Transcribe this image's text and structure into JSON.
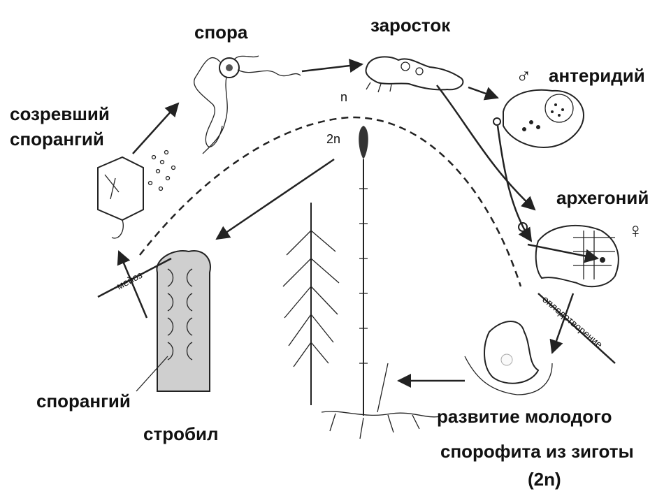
{
  "labels": {
    "spore": "спора",
    "prothallus": "заросток",
    "antheridium": "антеридий",
    "archegonium": "архегоний",
    "mature_sporangium_line1": "созревший",
    "mature_sporangium_line2": "спорангий",
    "sporangium": "спорангий",
    "strobilus": "стробил",
    "development_line1": "развитие молодого",
    "development_line2": "спорофита из зиготы",
    "development_line3": "(2n)",
    "haploid": "n",
    "diploid": "2n",
    "meiosis": "мейоз",
    "fertilization": "оплодотворение",
    "male_symbol": "♂",
    "female_symbol": "♀"
  },
  "colors": {
    "ink": "#222222",
    "tissue": "#c8c8c8",
    "background": "#ffffff"
  }
}
